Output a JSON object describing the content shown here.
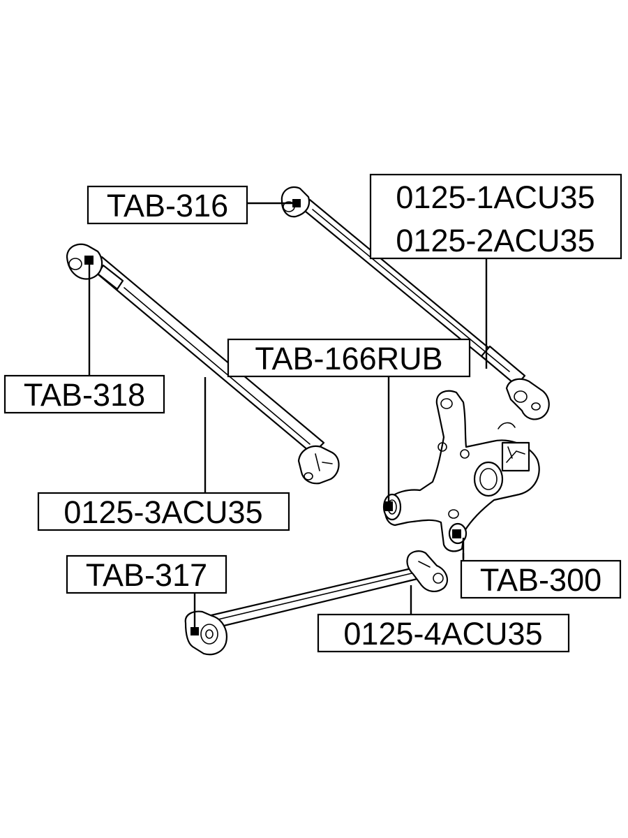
{
  "colors": {
    "line": "#000000",
    "background": "#ffffff"
  },
  "labels": {
    "tab316": "TAB-316",
    "acu1": "0125-1ACU35",
    "acu2": "0125-2ACU35",
    "tab318": "TAB-318",
    "tab166": "TAB-166RUB",
    "acu3": "0125-3ACU35",
    "tab317": "TAB-317",
    "tab300": "TAB-300",
    "acu4": "0125-4ACU35"
  }
}
